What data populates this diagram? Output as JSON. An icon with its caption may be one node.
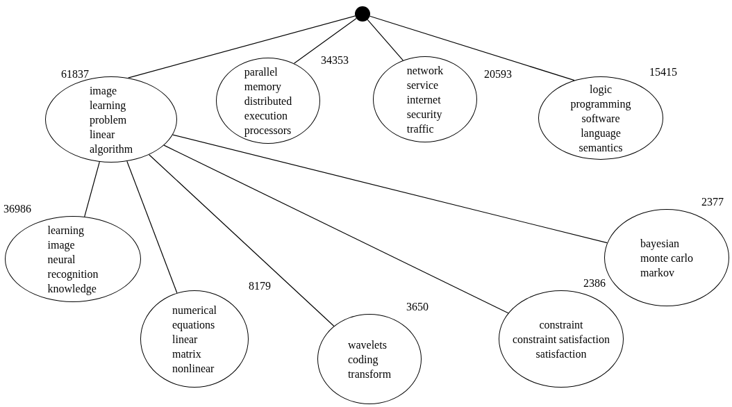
{
  "diagram": {
    "nodes": [
      {
        "text": [],
        "shape": "circle"
      },
      {
        "text": [
          "image",
          "learning",
          "problem",
          "linear",
          "algorithm"
        ],
        "beside": [
          "61837"
        ]
      },
      {
        "text": [
          "parallel",
          "memory",
          "distributed",
          "execution",
          "processors"
        ],
        "beside": [
          "34353"
        ]
      },
      {
        "text": [
          "network",
          "service",
          "internet",
          "security",
          "traffic"
        ],
        "beside": [
          "20593"
        ]
      },
      {
        "text": [
          "logic",
          "programming",
          "software",
          "language",
          "semantics"
        ],
        "beside": [
          "15415"
        ]
      },
      {
        "text": [
          "learning",
          "image",
          "neural",
          "recognition",
          "knowledge"
        ],
        "beside": [
          "36986"
        ]
      },
      {
        "text": [
          "numerical",
          "equations",
          "linear",
          "matrix",
          "nonlinear"
        ],
        "beside": [
          "8179"
        ]
      },
      {
        "text": [
          "wavelets",
          "coding",
          "transform"
        ],
        "beside": [
          "3650"
        ]
      },
      {
        "text": [
          "constraint",
          "constraint satisfaction",
          "satisfaction"
        ],
        "beside": [
          "2386"
        ]
      },
      {
        "text": [
          "bayesian",
          "monte carlo",
          "markov"
        ],
        "beside": [
          "2377"
        ]
      }
    ],
    "edges": [
      {
        "from": 0,
        "to": 1,
        "arrow": "none"
      },
      {
        "from": 0,
        "to": 2,
        "arrow": "none"
      },
      {
        "from": 0,
        "to": 3,
        "arrow": "none"
      },
      {
        "from": 0,
        "to": 4,
        "arrow": "none"
      },
      {
        "from": 1,
        "to": 5,
        "arrow": "none"
      },
      {
        "from": 1,
        "to": 6,
        "arrow": "none"
      },
      {
        "from": 1,
        "to": 7,
        "arrow": "none"
      },
      {
        "from": 1,
        "to": 8,
        "arrow": "none"
      },
      {
        "from": 1,
        "to": 9,
        "arrow": "none"
      }
    ]
  }
}
